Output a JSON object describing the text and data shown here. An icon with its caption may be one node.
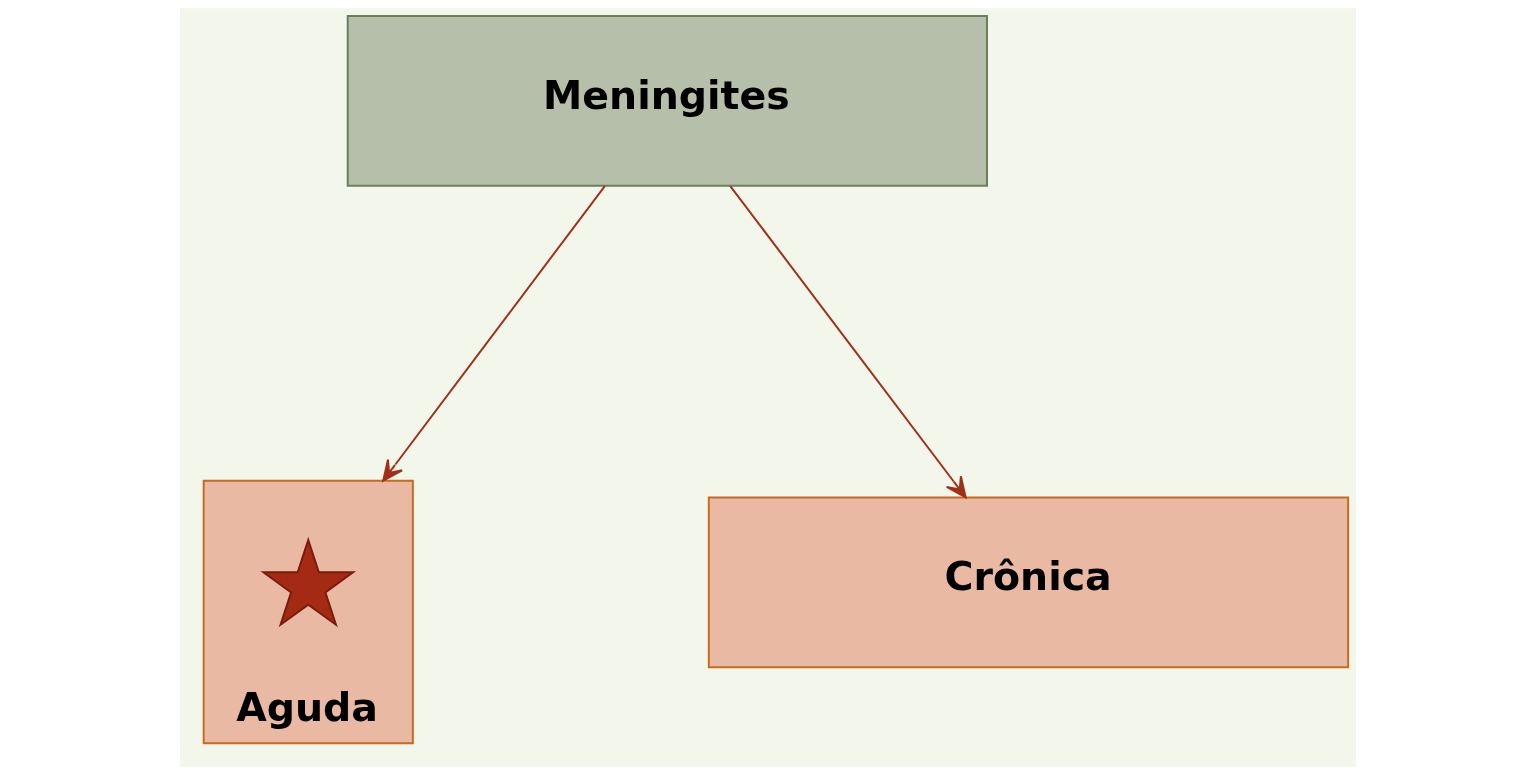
{
  "diagram": {
    "nodes": [
      {
        "text": [
          "Meningites"
        ]
      },
      {
        "text": [
          "Aguda"
        ]
      },
      {
        "text": [],
        "shape": "star",
        "in": 1
      },
      {
        "text": [
          "Crônica"
        ]
      }
    ],
    "edges": [
      {
        "from": 0,
        "to": 1,
        "arrow": "to"
      },
      {
        "from": 0,
        "to": 3,
        "arrow": "to"
      }
    ]
  }
}
